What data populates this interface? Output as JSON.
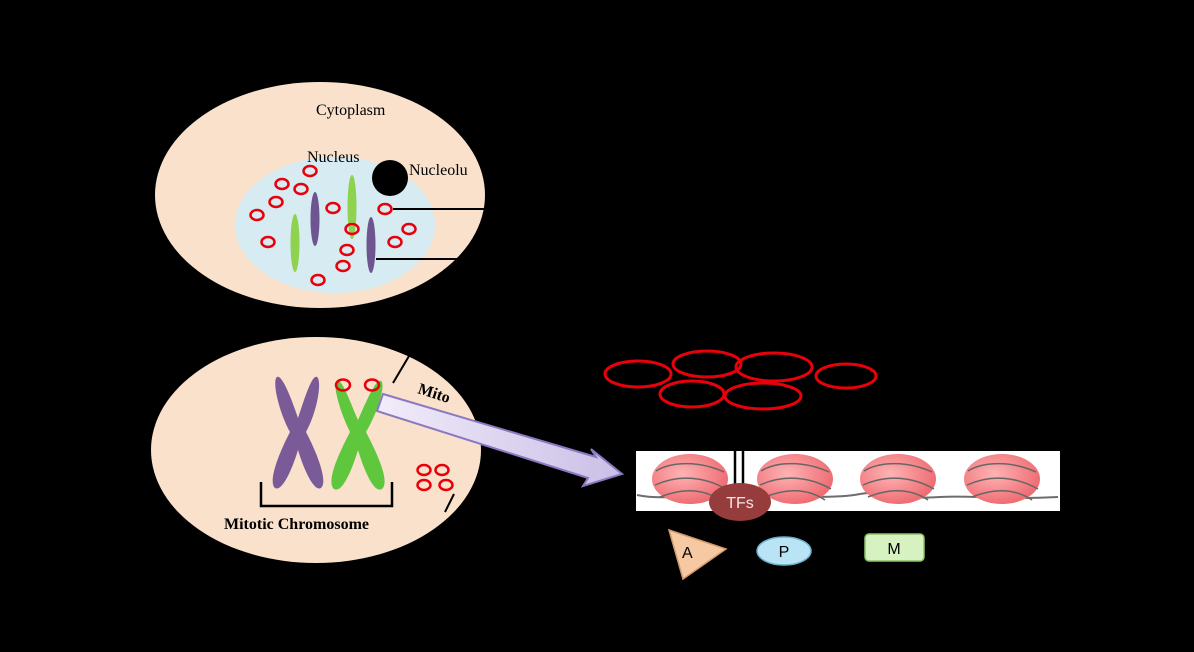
{
  "diagram": {
    "interphase_cell": {
      "cytoplasm_label": "Cytoplasm",
      "nucleus_label": "Nucleus",
      "nucleolus_label": "Nucleolu"
    },
    "mitotic_cell": {
      "chromosome_label": "Mitotic Chromosome",
      "side_label": "Mito"
    },
    "chromatin_panel": {
      "tf_label": "TFs",
      "marks": [
        {
          "label": "A",
          "shape": "triangle",
          "color": "#f6c9a2"
        },
        {
          "label": "P",
          "shape": "oval",
          "color": "#b8e4f6"
        },
        {
          "label": "M",
          "shape": "rounded-rect",
          "color": "#d6f2c0"
        }
      ]
    },
    "colors": {
      "cell_fill": "#f9e1cb",
      "nucleus_fill": "#d6ebf2",
      "purple_chromosome": "#7a5b98",
      "green_chromosome": "#5ec73e",
      "red_ring": "#e8000b",
      "arrow_fill": "#dcd2ee",
      "arrow_stroke": "#8a78c0",
      "nucleosome": "#f07c80",
      "tf_fill": "#963c3c"
    }
  }
}
